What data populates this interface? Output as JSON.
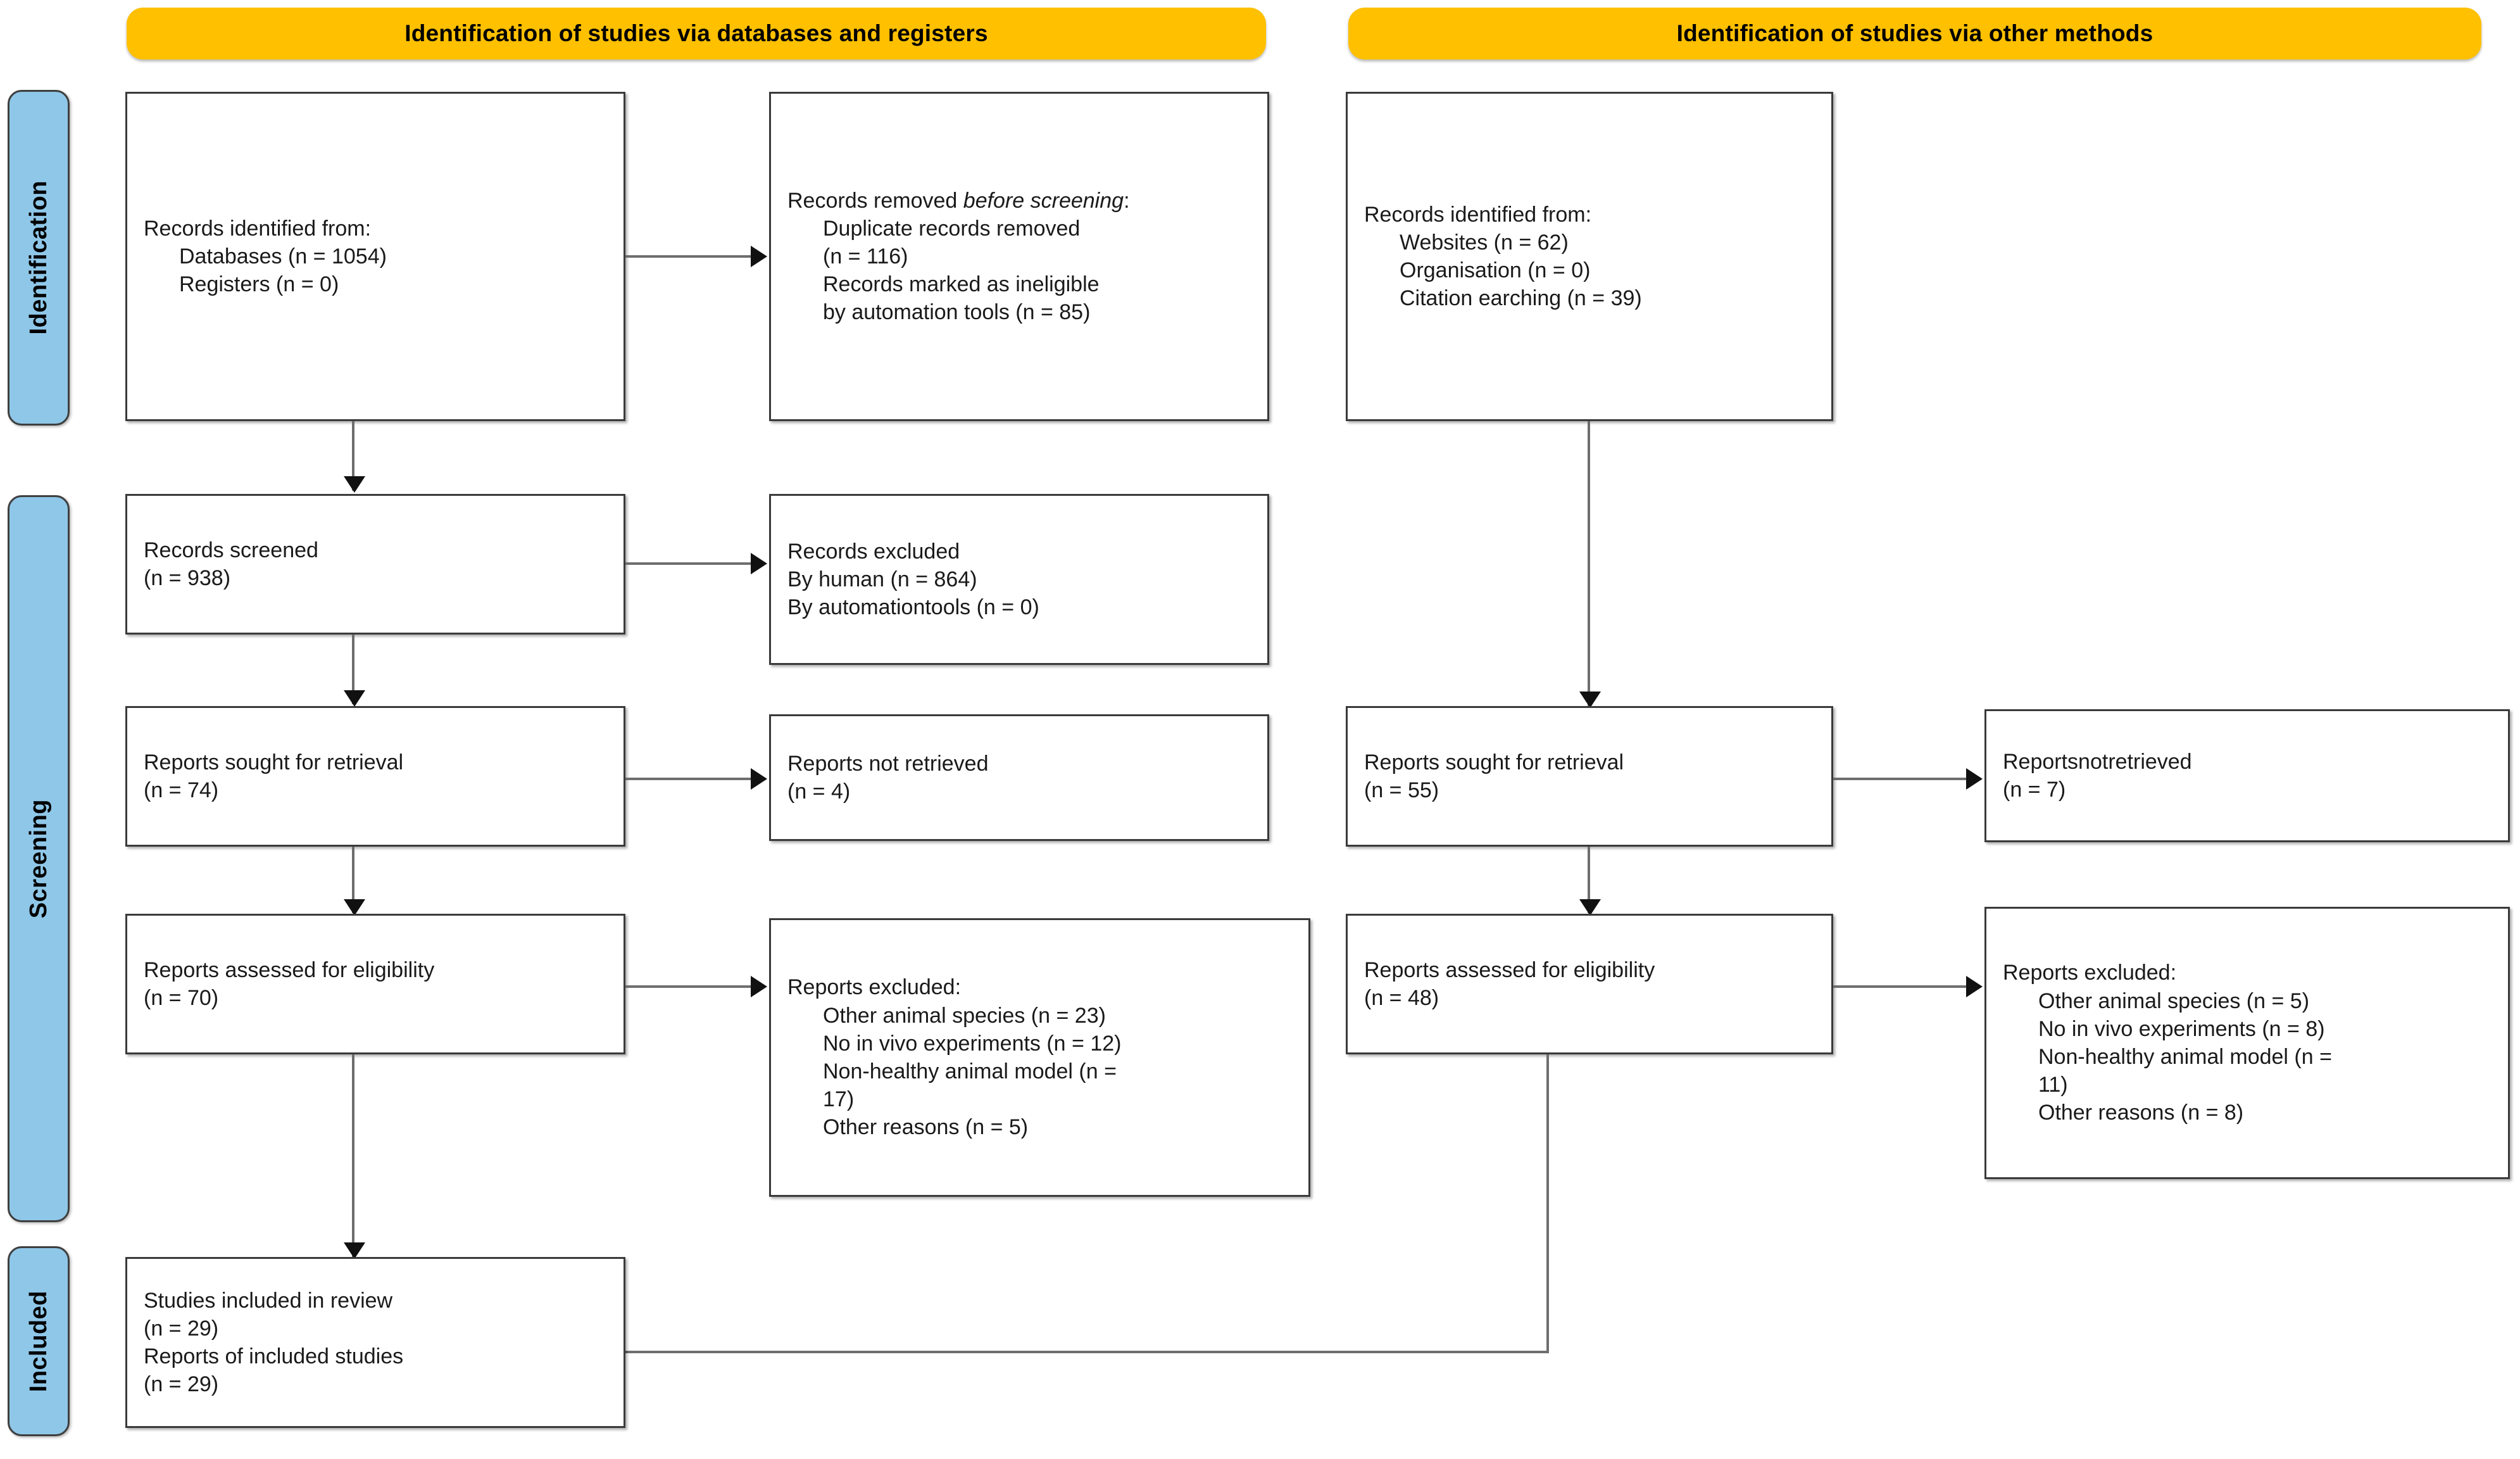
{
  "diagram": {
    "title": "PRISMA 2020 flow diagram",
    "colors": {
      "banner": "#FFC000",
      "rail": "#8FC7E8",
      "box_border": "#3a3a3a",
      "connector": "#6e6e6e"
    }
  },
  "banners": {
    "left": "Identification of studies via databases and registers",
    "right": "Identification of studies via other methods"
  },
  "rails": {
    "identification": "Identification",
    "screening": "Screening",
    "included": "Included"
  },
  "boxes": {
    "db_identified": {
      "l1": "Records identified from:",
      "l2": "Databases (n = 1054)",
      "l3": "Registers (n = 0)"
    },
    "removed_before_screening": {
      "l1a": "Records removed ",
      "l1b": "before screening",
      "l1c": ":",
      "l2": "Duplicate records removed",
      "l3": "(n = 116)",
      "l4": "Records marked as ineligible",
      "l5": "by automation tools (n = 85)"
    },
    "other_identified": {
      "l1": "Records identified from:",
      "l2": "Websites (n = 62)",
      "l3": "Organisation (n = 0)",
      "l4": "Citation earching (n = 39)"
    },
    "records_screened": {
      "l1": "Records screened",
      "l2": "(n = 938)"
    },
    "records_excluded": {
      "l1": "Records excluded",
      "l2": "By human (n = 864)",
      "l3": "By automationtools (n = 0)"
    },
    "reports_sought_left": {
      "l1": "Reports sought for retrieval",
      "l2": "(n = 74)"
    },
    "reports_not_retrieved_left": {
      "l1": "Reports not retrieved",
      "l2": "(n = 4)"
    },
    "reports_sought_right": {
      "l1": "Reports sought for retrieval",
      "l2": "(n = 55)"
    },
    "reports_not_retrieved_right": {
      "l1": "Reportsnotretrieved",
      "l2": "(n = 7)"
    },
    "assessed_left": {
      "l1": "Reports assessed for eligibility",
      "l2": "(n = 70)"
    },
    "excluded_left": {
      "l1": "Reports excluded:",
      "l2": "Other animal species (n = 23)",
      "l3": "No in vivo experiments (n = 12)",
      "l4": "Non-healthy animal model (n =",
      "l5": "17)",
      "l6": "Other reasons (n = 5)"
    },
    "assessed_right": {
      "l1": "Reports assessed for eligibility",
      "l2": "(n = 48)"
    },
    "excluded_right": {
      "l1": "Reports excluded:",
      "l2": "Other animal species (n = 5)",
      "l3": "No in vivo experiments (n = 8)",
      "l4": "Non-healthy animal model (n =",
      "l5": "11)",
      "l6": "Other reasons (n = 8)"
    },
    "included": {
      "l1": "Studies included in review",
      "l2": "(n = 29)",
      "l3": "Reports of included studies",
      "l4": "(n = 29)"
    }
  }
}
